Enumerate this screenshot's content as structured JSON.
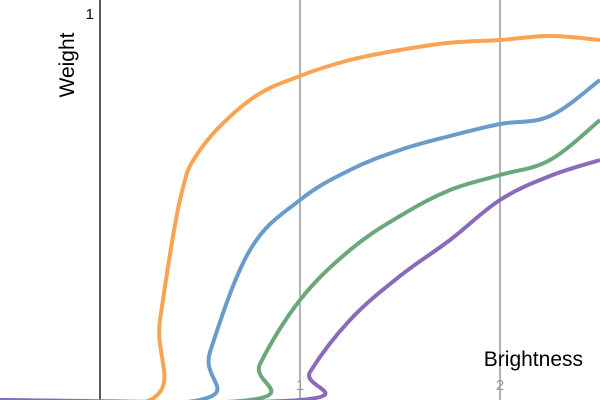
{
  "chart_data": {
    "type": "line",
    "xlabel": "Brightness",
    "ylabel": "Weight",
    "xlim": [
      -0.5,
      2.5
    ],
    "ylim": [
      0,
      1
    ],
    "x_ticks": [
      {
        "value": 1,
        "label": "1"
      },
      {
        "value": 2,
        "label": "2"
      }
    ],
    "y_ticks": [
      {
        "value": 1,
        "label": "1"
      }
    ],
    "vertical_gridlines": [
      1,
      2
    ],
    "tick_label_color": "#999999",
    "series": [
      {
        "color": "#f8a455",
        "points": [
          [
            -0.5,
            0
          ],
          [
            0.25,
            0
          ],
          [
            0.3,
            0.2
          ],
          [
            0.4,
            0.5
          ],
          [
            0.5,
            0.625
          ],
          [
            0.75,
            0.75
          ],
          [
            1.0,
            0.81
          ],
          [
            1.25,
            0.85
          ],
          [
            1.5,
            0.875
          ],
          [
            1.75,
            0.893
          ],
          [
            2.0,
            0.9
          ],
          [
            2.25,
            0.91
          ],
          [
            2.5,
            0.9
          ]
        ]
      },
      {
        "color": "#6a9ccb",
        "points": [
          [
            -0.5,
            0
          ],
          [
            0.5,
            0
          ],
          [
            0.55,
            0.12
          ],
          [
            0.75,
            0.375
          ],
          [
            1.0,
            0.5
          ],
          [
            1.25,
            0.575
          ],
          [
            1.5,
            0.625
          ],
          [
            1.75,
            0.66
          ],
          [
            2.0,
            0.69
          ],
          [
            2.25,
            0.71
          ],
          [
            2.5,
            0.8
          ]
        ]
      },
      {
        "color": "#6aa87a",
        "points": [
          [
            -0.5,
            0
          ],
          [
            0.75,
            0
          ],
          [
            0.8,
            0.09
          ],
          [
            1.0,
            0.25
          ],
          [
            1.25,
            0.375
          ],
          [
            1.5,
            0.46
          ],
          [
            1.75,
            0.525
          ],
          [
            2.0,
            0.5625
          ],
          [
            2.25,
            0.6
          ],
          [
            2.5,
            0.7
          ]
        ]
      },
      {
        "color": "#8a6bbb",
        "points": [
          [
            -0.5,
            0
          ],
          [
            1.0,
            0
          ],
          [
            1.05,
            0.07
          ],
          [
            1.25,
            0.2
          ],
          [
            1.5,
            0.31
          ],
          [
            1.75,
            0.4
          ],
          [
            2.0,
            0.5
          ],
          [
            2.25,
            0.56
          ],
          [
            2.5,
            0.6
          ]
        ]
      }
    ]
  }
}
